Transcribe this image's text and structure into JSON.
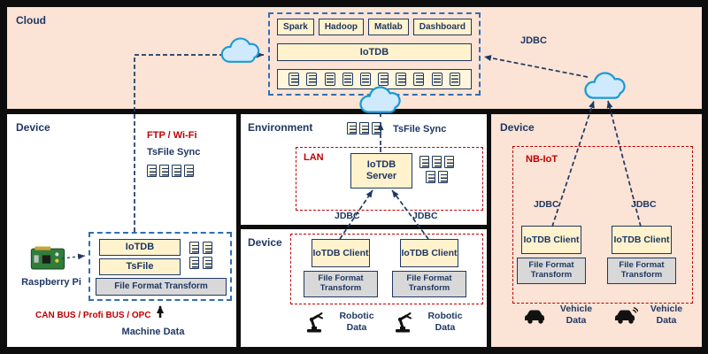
{
  "cloud": {
    "label": "Cloud",
    "apps": [
      "Spark",
      "Hadoop",
      "Matlab",
      "Dashboard"
    ],
    "iotdb": "IoTDB",
    "jdbc": "JDBC"
  },
  "device_left": {
    "label": "Device",
    "ftp_wifi": "FTP / Wi-Fi",
    "tsfile_sync": "TsFile Sync",
    "raspberry_pi": "Raspberry Pi",
    "iotdb": "IoTDB",
    "tsfile": "TsFile",
    "transform": "File Format Transform",
    "bus": "CAN BUS / Profi BUS / OPC",
    "machine_data": "Machine Data"
  },
  "environment": {
    "label": "Environment",
    "tsfile_sync": "TsFile Sync",
    "lan": "LAN",
    "server": "IoTDB Server",
    "jdbc_left": "JDBC",
    "jdbc_right": "JDBC"
  },
  "device_middle": {
    "label": "Device",
    "client_left": "IoTDB Client",
    "client_right": "IoTDB Client",
    "transform_left": "File Format Transform",
    "transform_right": "File Format Transform",
    "data_left": "Robotic Data",
    "data_right": "Robotic Data"
  },
  "device_right": {
    "label": "Device",
    "nbiot": "NB-IoT",
    "jdbc_left": "JDBC",
    "jdbc_right": "JDBC",
    "client_left": "IoTDB Client",
    "client_right": "IoTDB Client",
    "transform_left": "File Format Transform",
    "transform_right": "File Format Transform",
    "data_left": "Vehicle Data",
    "data_right": "Vehicle Data"
  },
  "icons": {
    "cloud": "cloud-shape",
    "document": "striped-document",
    "database": "striped-database-stack",
    "raspberry_pi": "green-pcb-board",
    "robot_arm": "robot-arm",
    "vehicle": "car"
  },
  "colors": {
    "navy": "#1f3864",
    "cream": "#fff2cc",
    "peach": "#fbe3d5",
    "gray": "#d8d8d8",
    "red": "#c00000",
    "blue_dash": "#2f6eb5",
    "cloud_fill": "#cfeafd",
    "cloud_stroke": "#1a9ad6",
    "background": "#0d0d0d"
  }
}
